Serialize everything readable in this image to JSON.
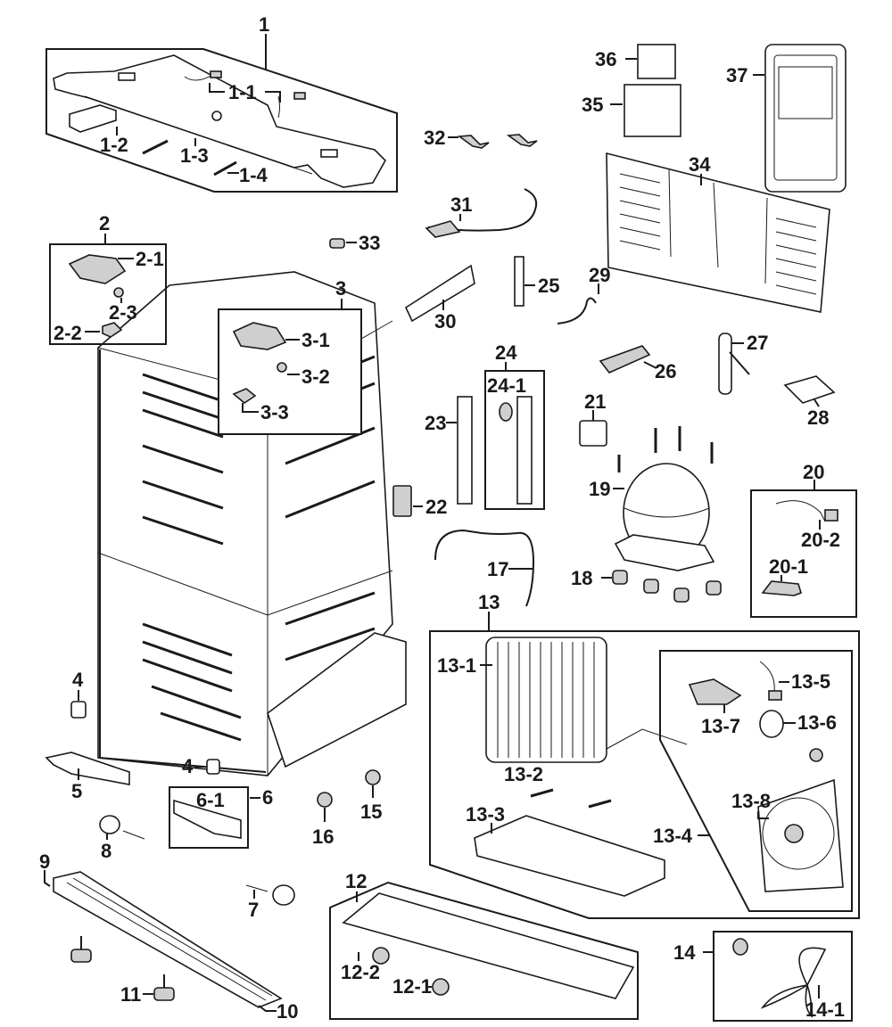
{
  "diagram": {
    "type": "exploded-parts-diagram",
    "subject": "Refrigerator cabinet assembly",
    "colors": {
      "ink": "#1a1a1a",
      "background": "#ffffff",
      "shade": "#cfcfcf"
    },
    "labels": {
      "p1": "1",
      "p1_1": "1-1",
      "p1_2": "1-2",
      "p1_3": "1-3",
      "p1_4": "1-4",
      "p2": "2",
      "p2_1": "2-1",
      "p2_2": "2-2",
      "p2_3": "2-3",
      "p3": "3",
      "p3_1": "3-1",
      "p3_2": "3-2",
      "p3_3": "3-3",
      "p4a": "4",
      "p4b": "4",
      "p5": "5",
      "p6": "6",
      "p6_1": "6-1",
      "p7": "7",
      "p8": "8",
      "p9": "9",
      "p10": "10",
      "p11": "11",
      "p12": "12",
      "p12_1": "12-1",
      "p12_2": "12-2",
      "p13": "13",
      "p13_1": "13-1",
      "p13_2": "13-2",
      "p13_3": "13-3",
      "p13_4": "13-4",
      "p13_5": "13-5",
      "p13_6": "13-6",
      "p13_7": "13-7",
      "p13_8": "13-8",
      "p14": "14",
      "p14_1": "14-1",
      "p15": "15",
      "p16": "16",
      "p17": "17",
      "p18": "18",
      "p19": "19",
      "p20": "20",
      "p20_1": "20-1",
      "p20_2": "20-2",
      "p21": "21",
      "p22": "22",
      "p23": "23",
      "p24": "24",
      "p24_1": "24-1",
      "p25": "25",
      "p26": "26",
      "p27": "27",
      "p28": "28",
      "p29": "29",
      "p30": "30",
      "p31": "31",
      "p32": "32",
      "p33": "33",
      "p34": "34",
      "p35": "35",
      "p36": "36",
      "p37": "37"
    }
  }
}
